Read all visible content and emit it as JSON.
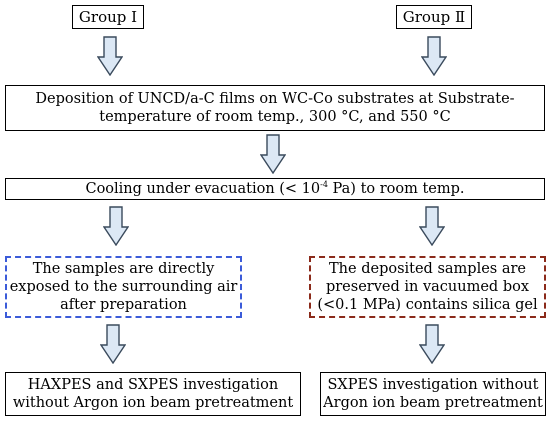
{
  "group1_label": "Group Ⅰ",
  "group2_label": "Group Ⅱ",
  "deposition": {
    "line1": "Deposition of UNCD/a-C films on WC-Co substrates at Substrate-",
    "line2": "temperature of room temp., 300 °C, and 550 °C"
  },
  "cooling": {
    "before": "Cooling under evacuation (< 10",
    "sup": "-4",
    "after": " Pa) to room temp."
  },
  "left_box": {
    "line1": "The samples are directly",
    "line2": "exposed to the surrounding air",
    "line3": "after preparation"
  },
  "right_box": {
    "line1": "The deposited samples are",
    "line2": "preserved in vacuumed box",
    "line3": "(<0.1 MPa) contains silica gel"
  },
  "left_result": {
    "line1": "HAXPES and SXPES investigation",
    "line2": "without Argon ion beam pretreatment"
  },
  "right_result": {
    "line1": "SXPES investigation without",
    "line2": "Argon ion beam pretreatment"
  },
  "colors": {
    "arrow_fill": "#dce8f5",
    "arrow_stroke": "#3a4a5c",
    "left_dashed_border": "#3b5bd9",
    "right_dashed_border": "#8b2a1a"
  }
}
